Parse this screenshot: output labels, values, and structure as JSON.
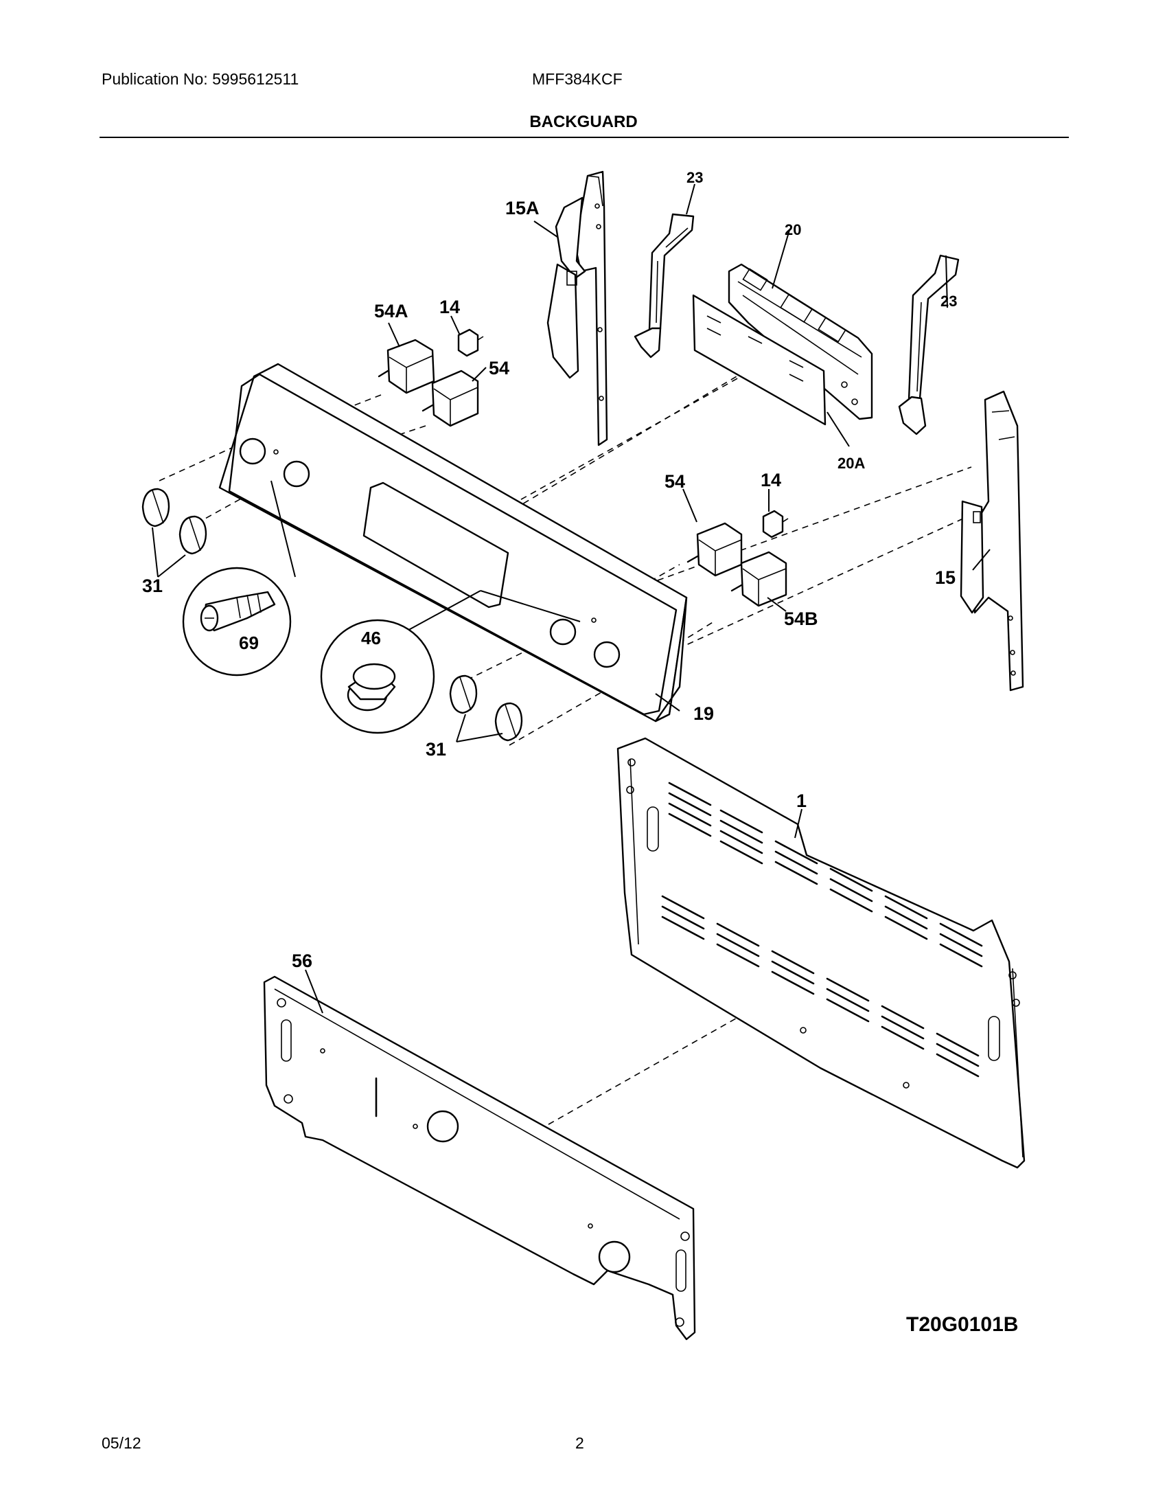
{
  "header": {
    "publication": "Publication No: 5995612511",
    "model": "MFF384KCF",
    "section_title": "BACKGUARD"
  },
  "footer": {
    "drawing_code": "T20G0101B",
    "date": "05/12",
    "page_number": "2"
  },
  "parts": {
    "p1": "1",
    "p14a": "14",
    "p14b": "14",
    "p15": "15",
    "p15a": "15A",
    "p19": "19",
    "p20": "20",
    "p20a": "20A",
    "p23a": "23",
    "p23b": "23",
    "p31a": "31",
    "p31b": "31",
    "p46": "46",
    "p54a": "54",
    "p54b": "54",
    "p54A": "54A",
    "p54B": "54B",
    "p56": "56",
    "p69": "69"
  }
}
